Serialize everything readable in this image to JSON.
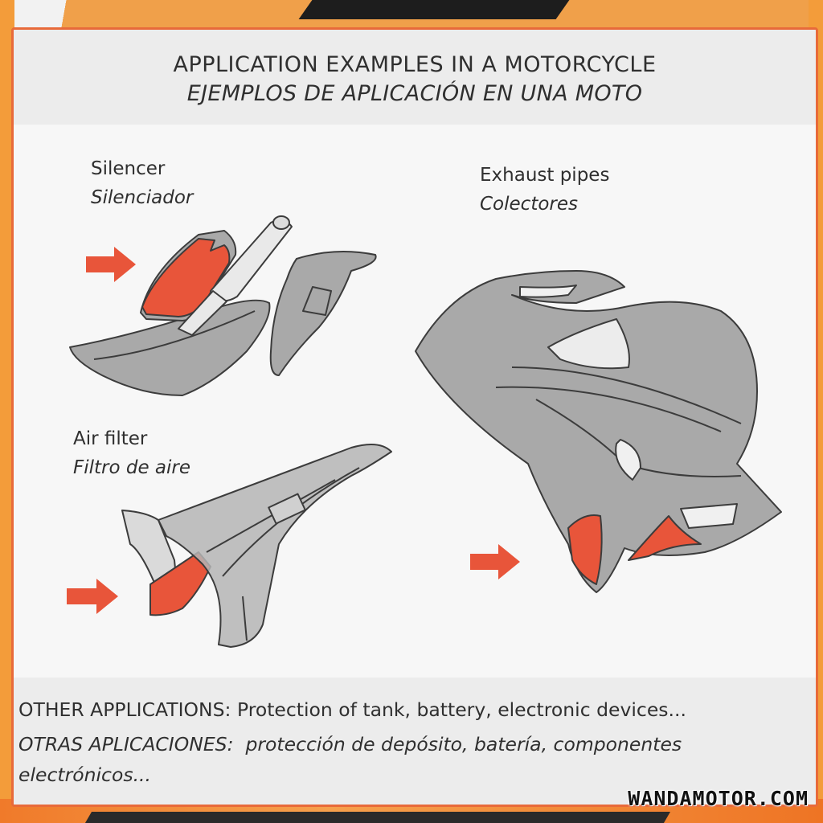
{
  "header": {
    "title": "APPLICATION EXAMPLES IN A MOTORCYCLE",
    "subtitle": "EJEMPLOS DE APLICACIÓN EN UNA MOTO"
  },
  "sections": {
    "silencer": {
      "label_en": "Silencer",
      "label_es": "Silenciador"
    },
    "exhaust": {
      "label_en": "Exhaust pipes",
      "label_es": "Colectores"
    },
    "air_filter": {
      "label_en": "Air filter",
      "label_es": "Filtro de aire"
    }
  },
  "footer": {
    "en_label": "OTHER APPLICATIONS:",
    "en_text": " Protection of tank, battery, electronic devices...",
    "es_label": "OTRAS APLICACIONES:",
    "es_text": "  protección de depósito, batería, componentes electrónicos..."
  },
  "watermark": "WANDAMOTOR.COM",
  "colors": {
    "accent": "#e8553a",
    "part_gray": "#a9a9a9",
    "outline": "#3c3c3c",
    "frame_orange": "#f39c3a"
  },
  "icons": [
    "arrow-right-icon",
    "arrow-right-icon",
    "arrow-right-icon"
  ]
}
